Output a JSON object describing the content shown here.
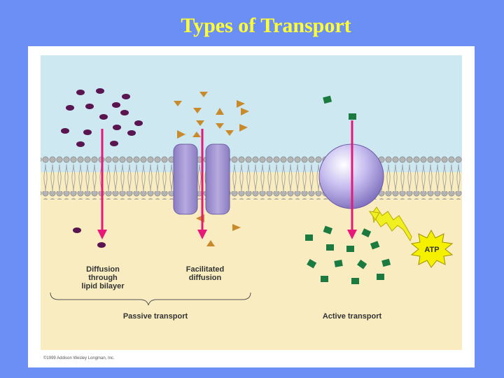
{
  "slide": {
    "title": "Types of Transport"
  },
  "diagram": {
    "labels": {
      "diffusion_line1": "Diffusion",
      "diffusion_line2": "through",
      "diffusion_line3": "lipid bilayer",
      "facilitated_line1": "Facilitated",
      "facilitated_line2": "diffusion",
      "passive": "Passive transport",
      "active": "Active transport",
      "atp": "ATP",
      "copyright": "©1999 Addison Wesley Longman, Inc."
    },
    "colors": {
      "extracellular": "#cde8f0",
      "cytoplasm": "#f8ecc0",
      "arrow": "#e8187a",
      "small_molecule": "#5a1450",
      "ion": "#c88a2a",
      "active_molecule": "#1a7a40",
      "channel_protein": "#a89ad0",
      "pump_protein": "#a598d8",
      "energy_bolt": "#f0f020"
    }
  }
}
